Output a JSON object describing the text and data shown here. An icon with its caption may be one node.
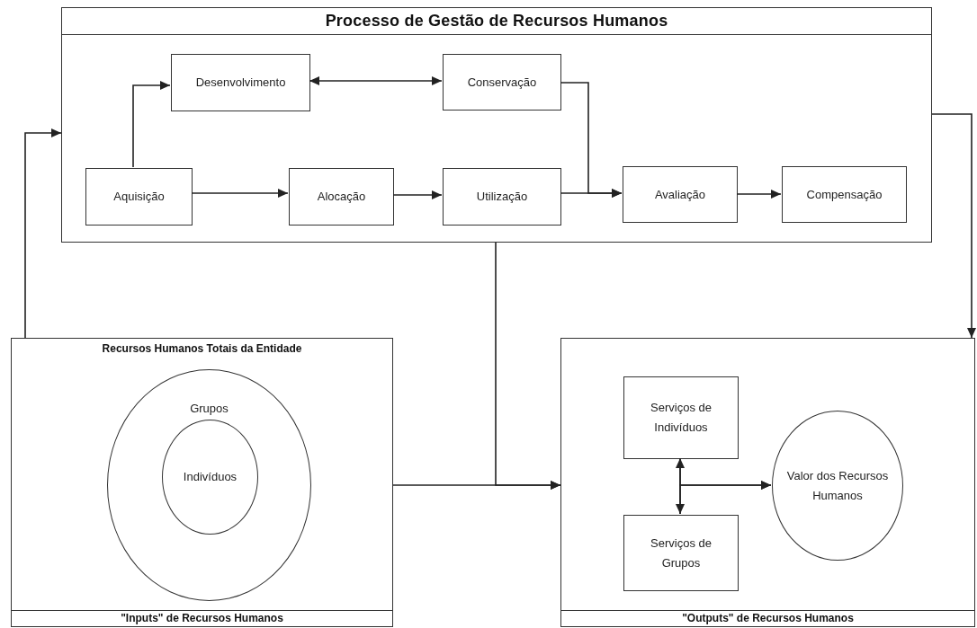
{
  "diagram": {
    "nodes": [
      {
        "text": [
          "Processo de Gestão de Recursos Humanos"
        ]
      },
      {
        "text": [
          "Desenvolvimento"
        ],
        "in": 0
      },
      {
        "text": [
          "Conservação"
        ],
        "in": 0
      },
      {
        "text": [
          "Aquisição"
        ],
        "in": 0
      },
      {
        "text": [
          "Alocação"
        ],
        "in": 0
      },
      {
        "text": [
          "Utilização"
        ],
        "in": 0
      },
      {
        "text": [
          "Avaliação"
        ],
        "in": 0
      },
      {
        "text": [
          "Compensação"
        ],
        "in": 0
      },
      {
        "text": [
          "Recursos Humanos Totais da Entidade",
          "\"Inputs\" de Recursos Humanos"
        ]
      },
      {
        "text": [
          "Grupos"
        ],
        "in": 8
      },
      {
        "text": [
          "Indivíduos"
        ],
        "in": 9
      },
      {
        "text": [
          "\"Outputs\" de Recursos Humanos"
        ]
      },
      {
        "text": [
          "Serviços de Indivíduos"
        ],
        "in": 11
      },
      {
        "text": [
          "Serviços de Grupos"
        ],
        "in": 11
      },
      {
        "text": [
          "Valor dos Recursos Humanos"
        ],
        "in": 11
      }
    ],
    "edges": [
      {
        "from": 8,
        "to": 0,
        "arrow": "to"
      },
      {
        "from": 3,
        "to": 1,
        "arrow": "to"
      },
      {
        "from": 1,
        "to": 2,
        "arrow": "both"
      },
      {
        "from": 3,
        "to": 4,
        "arrow": "to"
      },
      {
        "from": 4,
        "to": 5,
        "arrow": "to"
      },
      {
        "from": 2,
        "to": 6,
        "arrow": "to"
      },
      {
        "from": 5,
        "to": 6,
        "arrow": "to"
      },
      {
        "from": 6,
        "to": 7,
        "arrow": "to"
      },
      {
        "from": 0,
        "to": 11,
        "arrow": "to"
      },
      {
        "from": 8,
        "to": 11,
        "arrow": "to"
      },
      {
        "from": 0,
        "to": 11,
        "arrow": "to"
      },
      {
        "from": 12,
        "to": 13,
        "arrow": "both"
      },
      {
        "from": 12,
        "to": 14,
        "arrow": "to"
      },
      {
        "from": 13,
        "to": 14,
        "arrow": "to"
      }
    ]
  }
}
